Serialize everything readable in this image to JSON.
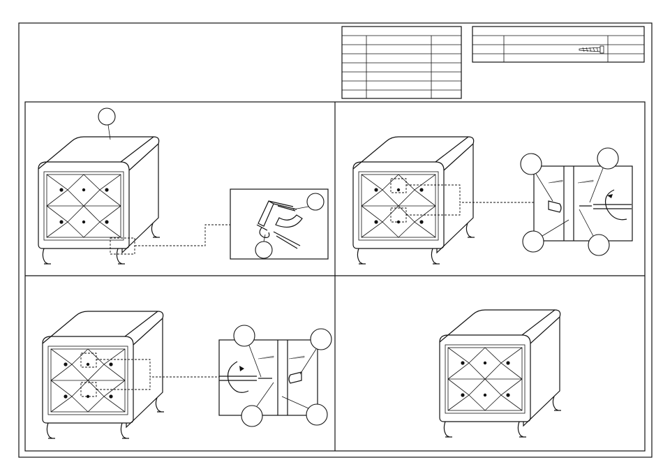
{
  "parts_table": {
    "header_cells": [
      "",
      "",
      ""
    ],
    "row_count": 6
  },
  "hardware_table": {
    "header_cells": [
      "",
      "",
      ""
    ],
    "row_count": 2,
    "icon": "screw-icon"
  },
  "steps": [
    {
      "id": "step-1",
      "callouts": [
        "",
        "",
        ""
      ],
      "icon": "screwdriver-icon"
    },
    {
      "id": "step-2",
      "callouts": [
        "",
        "",
        "",
        ""
      ],
      "icon": "screwdriver-icon"
    },
    {
      "id": "step-3",
      "callouts": [
        "",
        "",
        "",
        ""
      ],
      "icon": "screwdriver-icon"
    },
    {
      "id": "step-4",
      "callouts": []
    }
  ],
  "colors": {
    "line": "#111111",
    "background": "#ffffff"
  }
}
